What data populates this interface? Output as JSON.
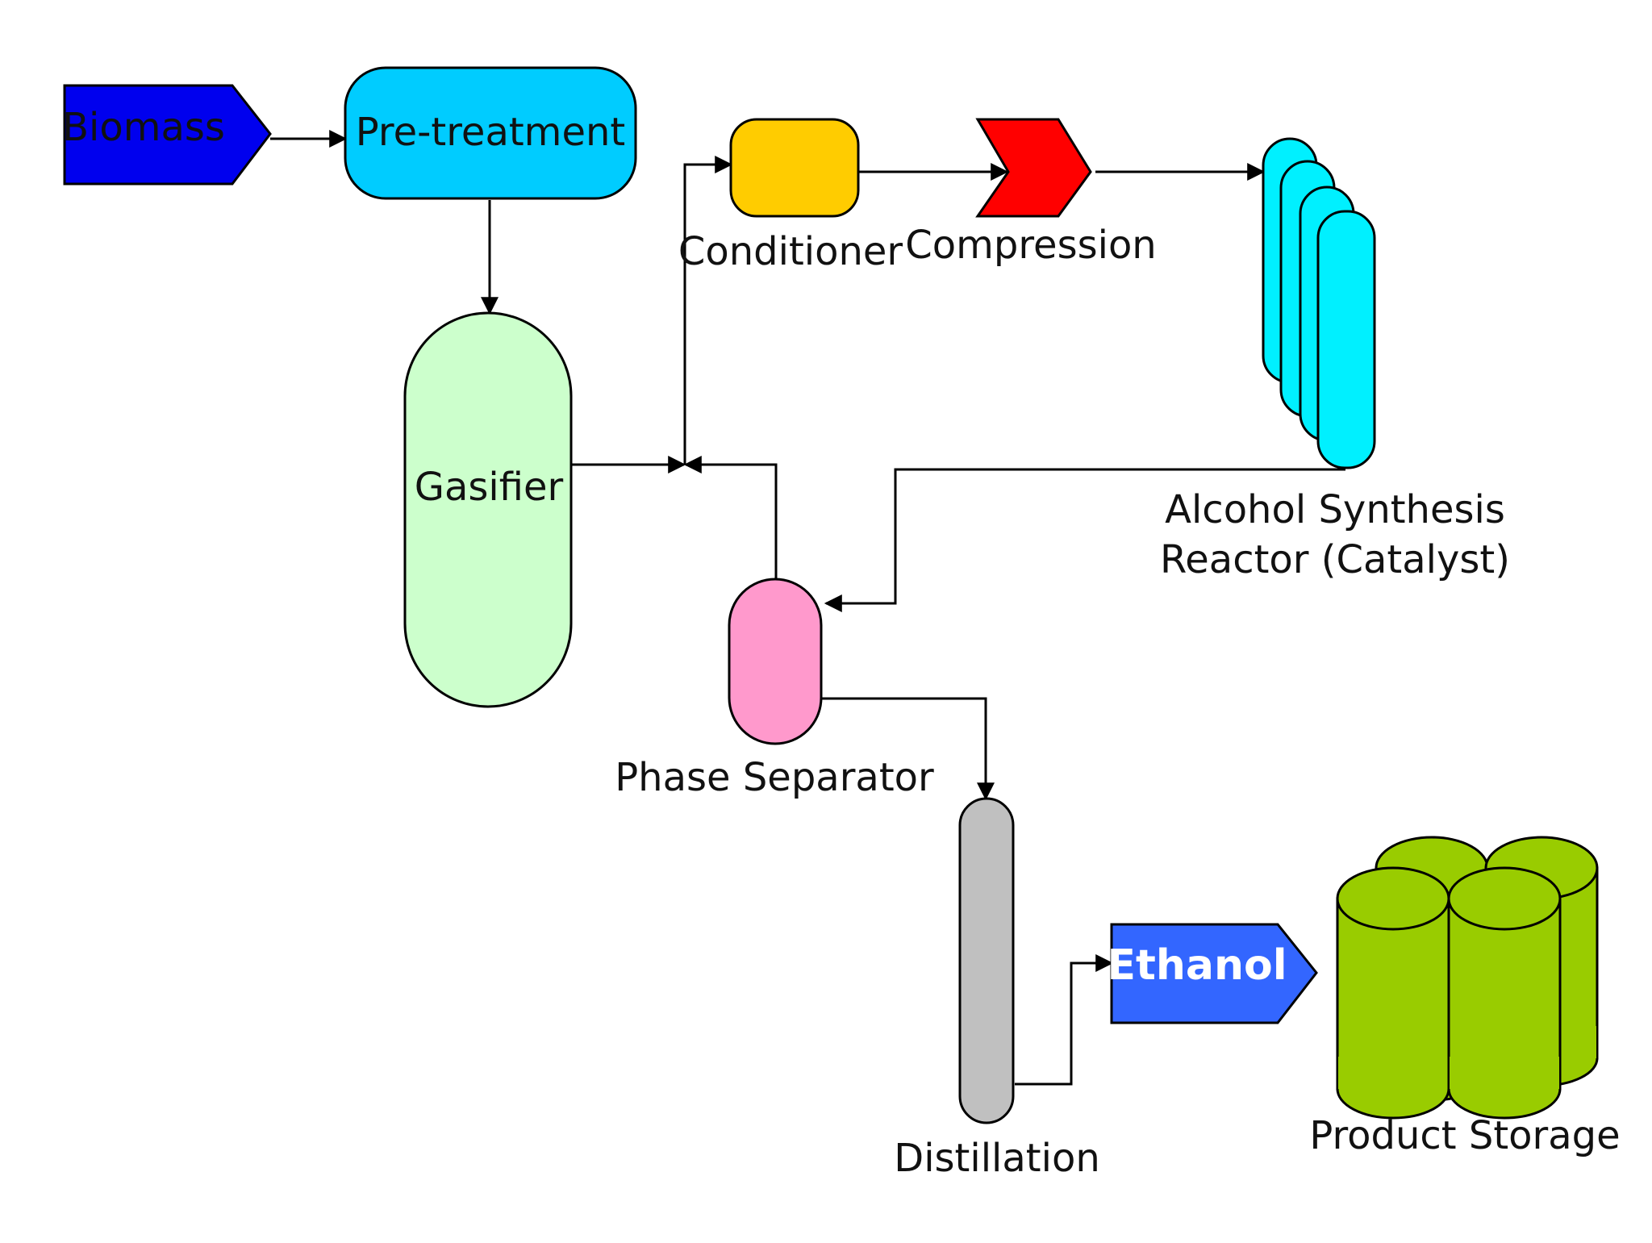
{
  "nodes": {
    "biomass": {
      "label": "Biomass",
      "color": "#0000ee",
      "text_color": "#ffffff"
    },
    "pretreatment": {
      "label": "Pre-treatment",
      "color": "#00ccff"
    },
    "conditioner": {
      "label": "Conditioner",
      "color": "#ffcc00"
    },
    "compression": {
      "label": "Compression",
      "color": "#ff0000"
    },
    "reactor": {
      "label_line1": "Alcohol Synthesis",
      "label_line2": "Reactor (Catalyst)",
      "color": "#00f0ff"
    },
    "gasifier": {
      "label": "Gasifier",
      "color": "#ccffcc"
    },
    "separator": {
      "label": "Phase Separator",
      "color": "#ff99cc"
    },
    "distillation": {
      "label": "Distillation",
      "color": "#c0c0c0"
    },
    "ethanol": {
      "label": "Ethanol",
      "color": "#3366ff",
      "text_color": "#ffffff"
    },
    "storage": {
      "label": "Product Storage",
      "color": "#99cc00"
    }
  }
}
